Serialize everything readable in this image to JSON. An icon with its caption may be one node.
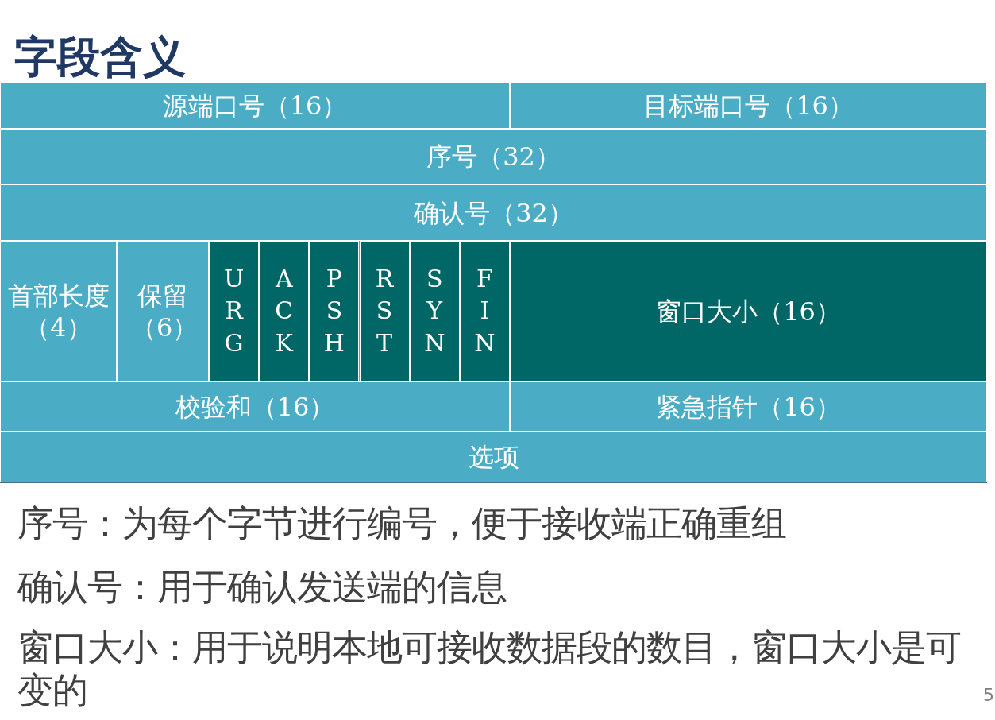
{
  "diagram": {
    "title": "字段含义",
    "nodes": [
      {
        "text": [
          "源端口号（16）"
        ]
      },
      {
        "text": [
          "目标端口号（16）"
        ]
      },
      {
        "text": [
          "序号（32）"
        ]
      },
      {
        "text": [
          "确认号（32）"
        ]
      },
      {
        "text": [
          "首部长度（4）"
        ]
      },
      {
        "text": [
          "保留（6）"
        ]
      },
      {
        "text": [
          "URG"
        ]
      },
      {
        "text": [
          "ACK"
        ]
      },
      {
        "text": [
          "PSH"
        ]
      },
      {
        "text": [
          "RST"
        ]
      },
      {
        "text": [
          "SYN"
        ]
      },
      {
        "text": [
          "FIN"
        ]
      },
      {
        "text": [
          "窗口大小（16）"
        ]
      },
      {
        "text": [
          "校验和（16）"
        ]
      },
      {
        "text": [
          "紧急指针（16）"
        ]
      },
      {
        "text": [
          "选项"
        ]
      }
    ],
    "labels": [
      "序号：为每个字节进行编号，便于接收端正确重组",
      "确认号：用于确认发送端的信息",
      "窗口大小：用于说明本地可接收数据段的数目，窗口大小是可变的",
      "5"
    ]
  }
}
